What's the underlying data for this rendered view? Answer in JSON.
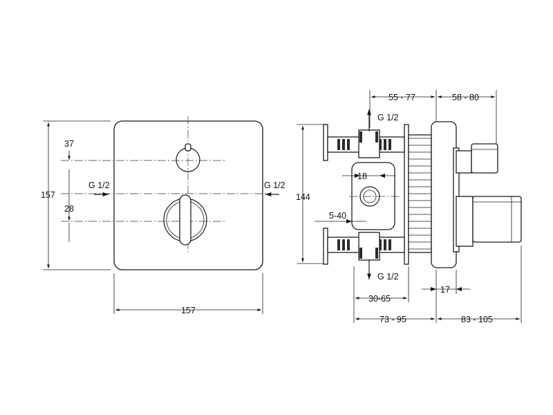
{
  "front_view": {
    "width_label": "157",
    "height_label": "157",
    "top_offset_label": "37",
    "bottom_offset_label": "28",
    "inlet_left_label": "G 1/2",
    "inlet_right_label": "G 1/2"
  },
  "side_view": {
    "top_dim_left_label": "55 - 77",
    "top_dim_right_label": "58 - 80",
    "height_label": "144",
    "port_top_label": "G 1/2",
    "port_bottom_label": "G 1/2",
    "bore_label": "18",
    "depth_label": "5-40",
    "bottom_dim_small_label": "30-65",
    "bottom_dim_left_label": "73 - 95",
    "bottom_dim_mid_label": "17",
    "bottom_dim_right_label": "83 - 105"
  }
}
